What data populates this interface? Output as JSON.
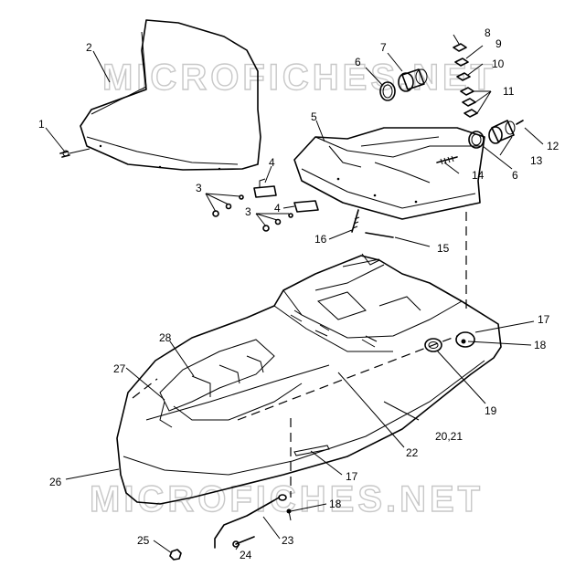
{
  "watermark": "MICROFICHES.NET",
  "callouts": [
    {
      "id": "c1",
      "text": "1"
    },
    {
      "id": "c2",
      "text": "2"
    },
    {
      "id": "c3a",
      "text": "3"
    },
    {
      "id": "c3b",
      "text": "3"
    },
    {
      "id": "c4a",
      "text": "4"
    },
    {
      "id": "c4b",
      "text": "4"
    },
    {
      "id": "c5",
      "text": "5"
    },
    {
      "id": "c6a",
      "text": "6"
    },
    {
      "id": "c6b",
      "text": "6"
    },
    {
      "id": "c7",
      "text": "7"
    },
    {
      "id": "c8",
      "text": "8"
    },
    {
      "id": "c9",
      "text": "9"
    },
    {
      "id": "c10",
      "text": "10"
    },
    {
      "id": "c11",
      "text": "11"
    },
    {
      "id": "c12",
      "text": "12"
    },
    {
      "id": "c13",
      "text": "13"
    },
    {
      "id": "c14",
      "text": "14"
    },
    {
      "id": "c15",
      "text": "15"
    },
    {
      "id": "c16",
      "text": "16"
    },
    {
      "id": "c17a",
      "text": "17"
    },
    {
      "id": "c17b",
      "text": "17"
    },
    {
      "id": "c18a",
      "text": "18"
    },
    {
      "id": "c18b",
      "text": "18"
    },
    {
      "id": "c19",
      "text": "19"
    },
    {
      "id": "c20",
      "text": "20,21"
    },
    {
      "id": "c22",
      "text": "22"
    },
    {
      "id": "c23",
      "text": "23"
    },
    {
      "id": "c24",
      "text": "24"
    },
    {
      "id": "c25",
      "text": "25"
    },
    {
      "id": "c26",
      "text": "26"
    },
    {
      "id": "c27",
      "text": "27"
    },
    {
      "id": "c28",
      "text": "28"
    }
  ]
}
